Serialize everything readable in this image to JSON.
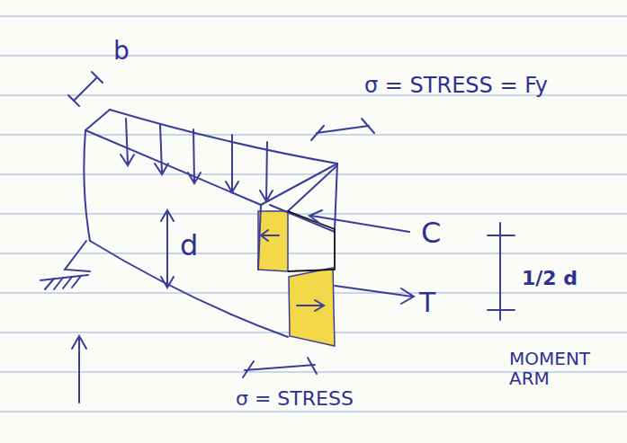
{
  "diagram": {
    "labels": [
      "b",
      "σ = STRESS = Fy",
      "d",
      "C",
      "T",
      "1/2 d",
      "MOMENT ARM",
      "σ = STRESS"
    ]
  }
}
